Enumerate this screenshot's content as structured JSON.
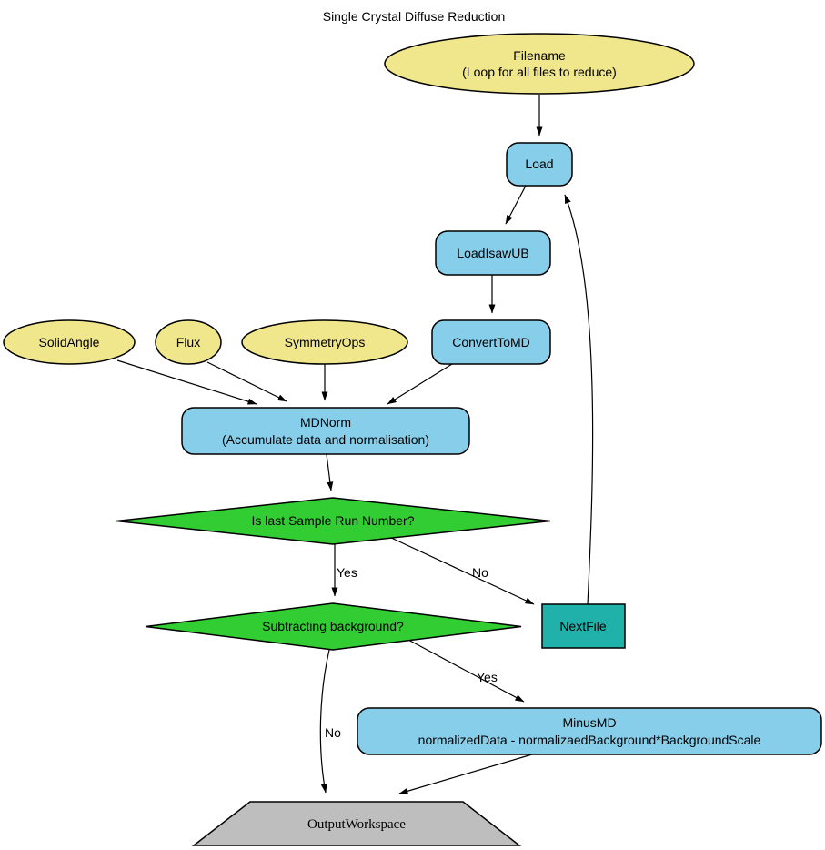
{
  "title": "Single Crystal Diffuse Reduction",
  "colors": {
    "input_fill": "#f0e68c",
    "process_fill": "#87ceeb",
    "decision_fill": "#32cd32",
    "loop_fill": "#20b2aa",
    "output_fill": "#bebebe",
    "stroke": "#000000",
    "background": "#ffffff"
  },
  "nodes": {
    "filename": {
      "lines": [
        "Filename",
        "(Loop for all files to reduce)"
      ]
    },
    "load": {
      "label": "Load"
    },
    "load_isaw_ub": {
      "label": "LoadIsawUB"
    },
    "convert_to_md": {
      "label": "ConvertToMD"
    },
    "solid_angle": {
      "label": "SolidAngle"
    },
    "flux": {
      "label": "Flux"
    },
    "symmetry_ops": {
      "label": "SymmetryOps"
    },
    "md_norm": {
      "lines": [
        "MDNorm",
        "(Accumulate data and normalisation)"
      ]
    },
    "is_last_run": {
      "label": "Is last Sample Run Number?"
    },
    "subtracting_background": {
      "label": "Subtracting background?"
    },
    "next_file": {
      "label": "NextFile"
    },
    "minus_md": {
      "lines": [
        "MinusMD",
        "normalizedData - normalizaedBackground*BackgroundScale"
      ]
    },
    "output_workspace": {
      "label": "OutputWorkspace"
    }
  },
  "edge_labels": {
    "is_last_yes": "Yes",
    "is_last_no": "No",
    "subtract_yes": "Yes",
    "subtract_no": "No"
  }
}
